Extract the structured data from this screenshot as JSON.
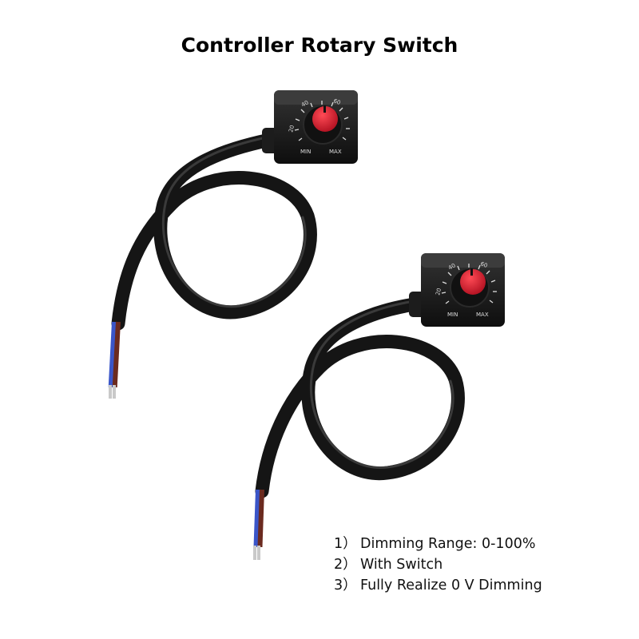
{
  "title": "Controller Rotary Switch",
  "features": [
    {
      "number": "1）",
      "text": "Dimming Range: 0-100%"
    },
    {
      "number": "2）",
      "text": "With Switch"
    },
    {
      "number": "3）",
      "text": "Fully Realize 0 V Dimming"
    }
  ],
  "dial_labels": {
    "tick_20": "20",
    "tick_40": "40",
    "tick_60": "60",
    "min": "MIN",
    "max": "MAX"
  },
  "colors": {
    "cable": "#151515",
    "housing": "#1a1a1a",
    "knob_cap": "#d8202d",
    "wire_blue": "#3a55c8",
    "wire_brown": "#6b2a1f",
    "wire_tip": "#c9c9c9"
  }
}
